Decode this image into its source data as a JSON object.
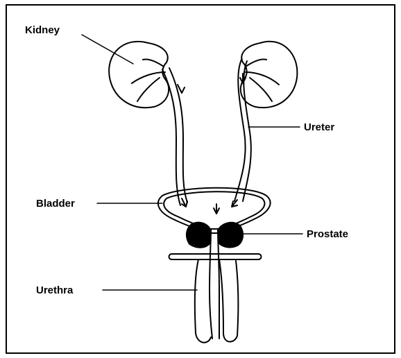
{
  "labels": {
    "kidney": "Kidney",
    "ureter": "Ureter",
    "bladder": "Bladder",
    "prostate": "Prostate",
    "urethra": "Urethra"
  }
}
